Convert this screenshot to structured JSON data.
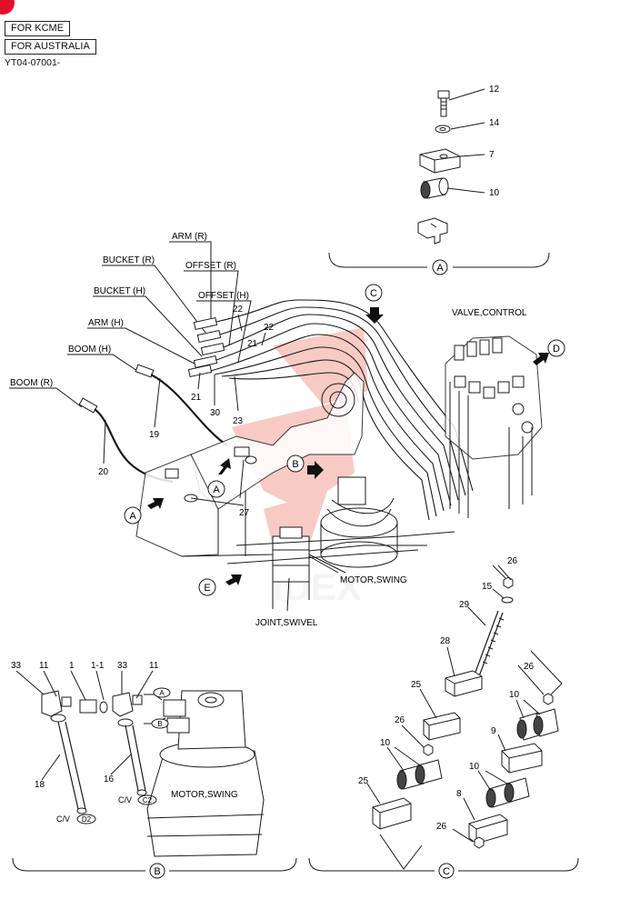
{
  "header": {
    "labels": [
      "FOR KCME",
      "FOR AUSTRALIA"
    ],
    "serial": "YT04-07001-"
  },
  "colors": {
    "line": "#1a1a1a",
    "watermark": "#e8432e",
    "badge": "#e0102c"
  },
  "detail_a": {
    "tag": "A",
    "parts": [
      "12",
      "14",
      "7",
      "10"
    ]
  },
  "main_view": {
    "hose_labels": {
      "arm_r": "ARM (R)",
      "bucket_r": "BUCKET (R)",
      "offset_r": "OFFSET (R)",
      "bucket_h": "BUCKET (H)",
      "offset_h": "OFFSET (H)",
      "arm_h": "ARM (H)",
      "boom_h": "BOOM (H)",
      "boom_r": "BOOM (R)"
    },
    "components": {
      "valve": "VALVE,CONTROL",
      "motor": "MOTOR,SWING",
      "joint": "JOINT,SWIVEL"
    },
    "views": [
      "A",
      "A",
      "B",
      "C",
      "D",
      "E"
    ],
    "parts": [
      "22",
      "22",
      "21",
      "21",
      "30",
      "23",
      "19",
      "20",
      "27"
    ]
  },
  "detail_b": {
    "tag": "B",
    "motor": "MOTOR,SWING",
    "parts": [
      "33",
      "11",
      "1",
      "1-1",
      "33",
      "11",
      "18",
      "16"
    ],
    "refs": [
      "A",
      "B"
    ],
    "cv_prefix": "C/V",
    "ports": [
      "D2",
      "C2"
    ]
  },
  "detail_c": {
    "tag": "C",
    "parts": [
      "26",
      "15",
      "29",
      "28",
      "25",
      "26",
      "26",
      "10",
      "9",
      "10",
      "10",
      "25",
      "8",
      "26"
    ]
  }
}
